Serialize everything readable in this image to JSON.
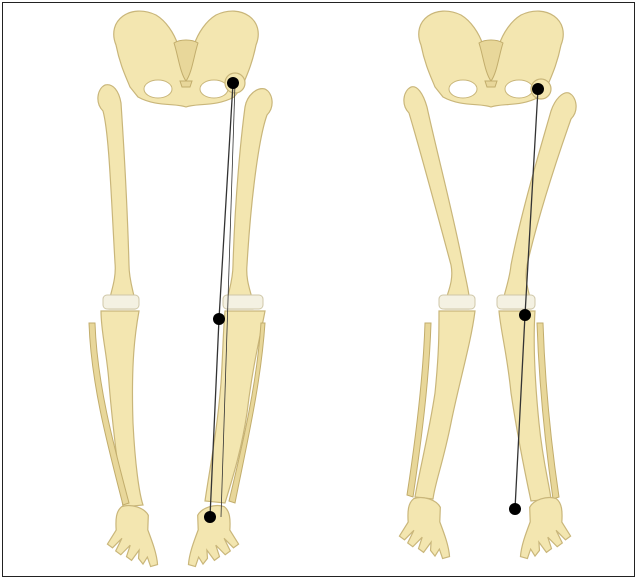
{
  "figure": {
    "panels": [
      {
        "id": "left",
        "description_icon": "lower-limb-skeleton-icon",
        "mechanical_axis_points": [
          "hip-center",
          "knee-center",
          "ankle-center"
        ]
      },
      {
        "id": "right",
        "description_icon": "lower-limb-skeleton-icon",
        "mechanical_axis_points": [
          "hip-center",
          "knee-center",
          "ankle-center"
        ]
      }
    ],
    "colors": {
      "bone": "#f3e6b0",
      "bone_outline": "#c9b67a",
      "marker": "#000000",
      "axis_line": "#333333",
      "frame": "#222222"
    }
  }
}
